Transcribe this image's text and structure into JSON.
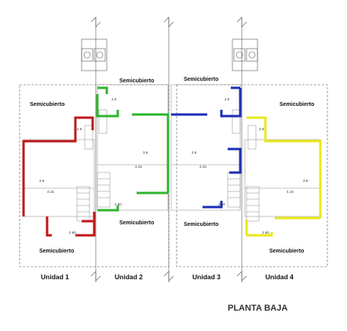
{
  "title": "PLANTA BAJA",
  "units": [
    "Unidad 1",
    "Unidad 2",
    "Unidad 3",
    "Unidad 4"
  ],
  "semicubierto": [
    "Semicubierto",
    "Semicubierto",
    "Semicubierto",
    "Semicubierto",
    "Semicubierto",
    "Semicubierto",
    "Semicubierto",
    "Semicubierto"
  ],
  "dimensions": [
    "4.15",
    "4.15",
    "4.15",
    "4.15",
    "3.6",
    "3.6",
    "3.6",
    "3.6",
    "2.60",
    "2.60",
    "2.60",
    "2.60",
    "2.5",
    "2.5",
    "2.5",
    "2.5"
  ],
  "colors": {
    "unit1": "#c0171b",
    "unit2": "#2db52d",
    "unit3": "#1c2fb5",
    "unit4": "#e8e81a"
  }
}
